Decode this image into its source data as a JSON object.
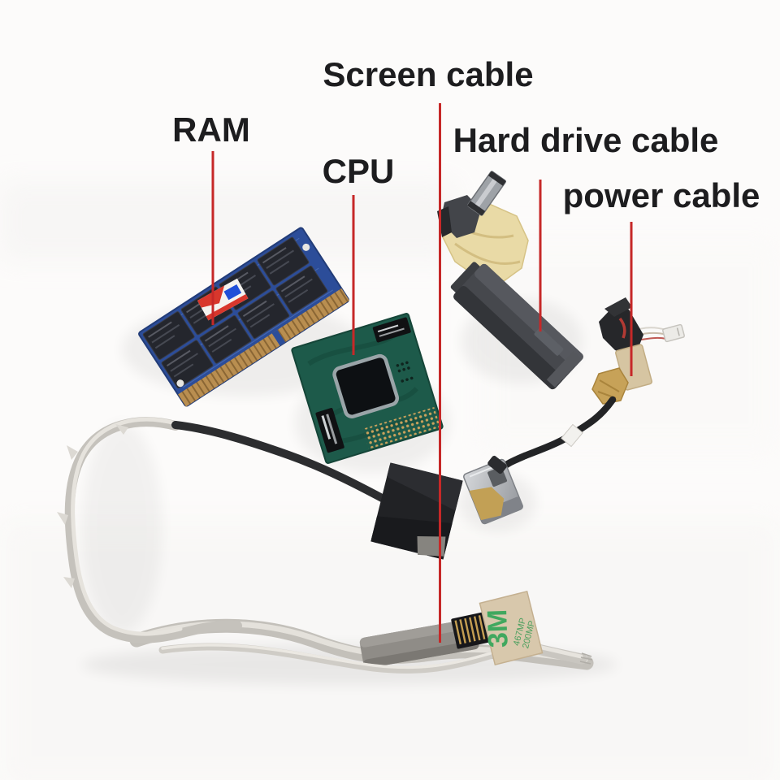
{
  "scene": {
    "description": "Laptop replacement parts photo with five labeled components on a white background",
    "background_color": "#fcfbfa"
  },
  "annotations": {
    "leader_line_color": "#c62828",
    "label_color": "#1d1d1f",
    "labels": [
      {
        "id": "screen-cable",
        "text": "Screen cable"
      },
      {
        "id": "ram",
        "text": "RAM"
      },
      {
        "id": "cpu",
        "text": "CPU"
      },
      {
        "id": "hard-drive-cable",
        "text": "Hard drive cable"
      },
      {
        "id": "power-cable",
        "text": "power cable"
      }
    ]
  },
  "components": [
    {
      "id": "ram",
      "name": "RAM module (SO-DIMM)",
      "chip_count": 8,
      "colors": {
        "pcb": "#2c4d99",
        "chips": "#24262d",
        "edge_connector": "#b98e50"
      }
    },
    {
      "id": "cpu",
      "name": "CPU mobile processor",
      "colors": {
        "substrate": "#1d5a4a",
        "die": "#0d1013",
        "pins": "#caa25c"
      }
    },
    {
      "id": "screen-cable",
      "name": "Screen (LVDS) display cable",
      "colors": {
        "foil_wrap": "#c5c2bc",
        "black_sleeve": "#2c2d2f",
        "connector": "#17171a"
      }
    },
    {
      "id": "hard-drive-cable",
      "name": "Hard drive connector cable",
      "colors": {
        "foil": "#e9daa6",
        "sata_connector": "#46484d"
      }
    },
    {
      "id": "power-cable",
      "name": "DC power jack cable",
      "colors": {
        "jack": "#a8abaf",
        "gold_tape": "#c7a258",
        "cable": "#232426"
      }
    }
  ],
  "sticker_3m": {
    "logo": "3M",
    "code_line1": "467MP",
    "code_line2": "200MP",
    "logo_color": "#41a85f"
  }
}
